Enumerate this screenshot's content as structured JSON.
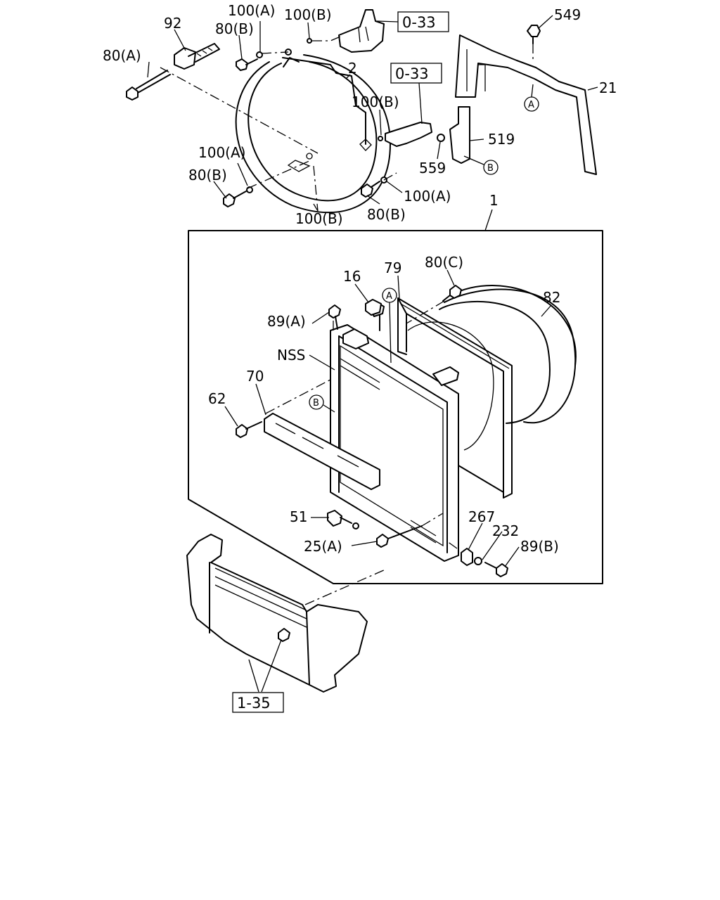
{
  "callouts": {
    "c92": "92",
    "c80A_top": "80(A)",
    "c80B_top": "80(B)",
    "c100A_top": "100(A)",
    "c100B_top": "100(B)",
    "c033_top": "0-33",
    "c549": "549",
    "c2": "2",
    "c21": "21",
    "c033_mid": "0-33",
    "c100B_mid": "100(B)",
    "c519": "519",
    "c559": "559",
    "c100A_left": "100(A)",
    "c80B_left": "80(B)",
    "c100A_right": "100(A)",
    "c100B_bottom": "100(B)",
    "c80B_bottom": "80(B)",
    "c1": "1",
    "c16": "16",
    "c79": "79",
    "c80C": "80(C)",
    "c82": "82",
    "c89A": "89(A)",
    "cNSS": "NSS",
    "c70": "70",
    "c62": "62",
    "c51": "51",
    "c267": "267",
    "c232": "232",
    "c89B": "89(B)",
    "c25A": "25(A)",
    "c135": "1-35"
  },
  "markers": {
    "A_top": "A",
    "B_top": "B",
    "A_mid": "A",
    "B_mid": "B"
  }
}
